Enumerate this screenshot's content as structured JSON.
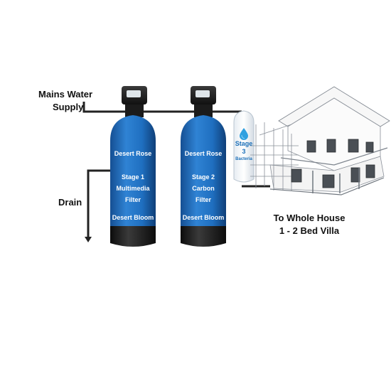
{
  "labels": {
    "mains_line1": "Mains Water",
    "mains_line2": "Supply",
    "drain": "Drain",
    "house_line1": "To Whole House",
    "house_line2": "1 - 2 Bed Villa"
  },
  "tanks": [
    {
      "brand_top": "Desert Rose",
      "stage": "Stage 1",
      "media_line1": "Multimedia",
      "media_line2": "Filter",
      "brand_bottom": "Desert Bloom"
    },
    {
      "brand_top": "Desert Rose",
      "stage": "Stage 2",
      "media_line1": "Carbon",
      "media_line2": "Filter",
      "brand_bottom": "Desert Bloom"
    }
  ],
  "stage3": {
    "line1": "Stage",
    "line2": "3",
    "line3": "Bacteria"
  },
  "colors": {
    "tank_blue": "#1f6fc0",
    "tank_base": "#1a1a1a",
    "pipe": "#222222",
    "text": "#111111"
  },
  "icons": [
    "water-drop-icon",
    "control-valve-icon"
  ]
}
